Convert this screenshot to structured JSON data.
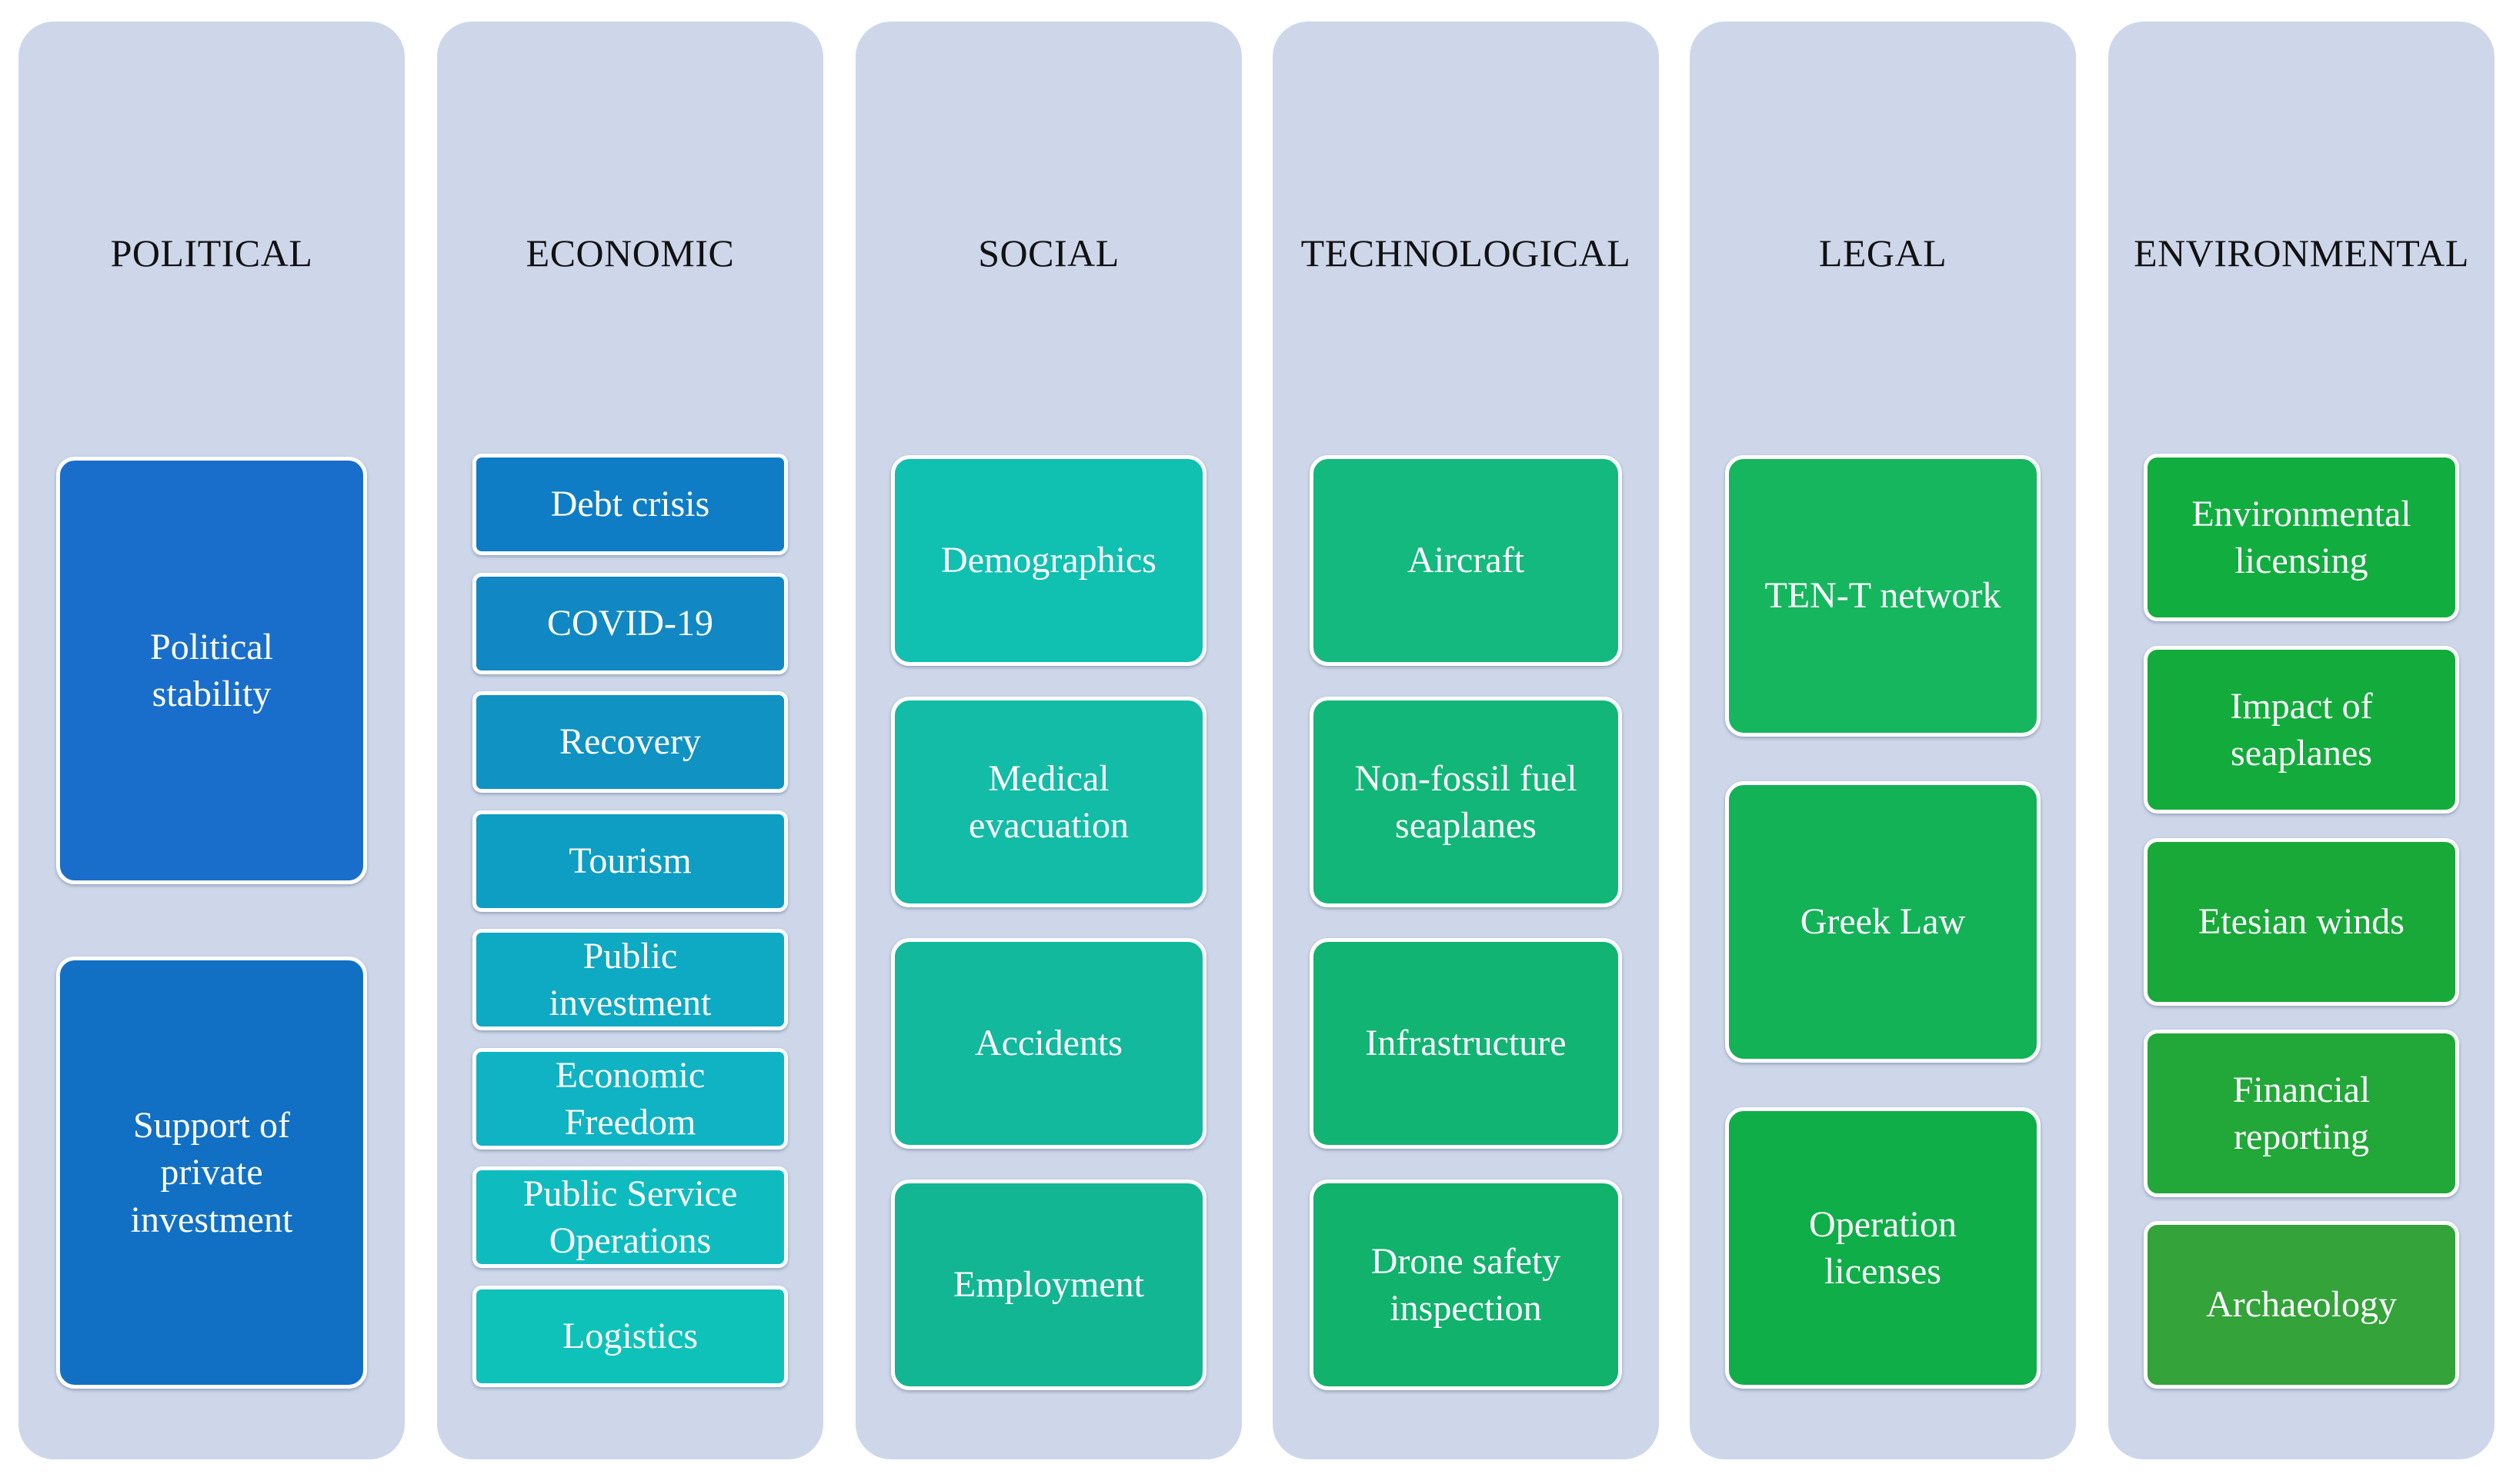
{
  "columns": [
    {
      "title": "POLITICAL",
      "items": [
        "Political\nstability",
        "Support of\nprivate\ninvestment"
      ],
      "colors": [
        "#196ecb",
        "#1170c3"
      ]
    },
    {
      "title": "ECONOMIC",
      "items": [
        "Debt crisis",
        "COVID-19",
        "Recovery",
        "Tourism",
        "Public\ninvestment",
        "Economic\nFreedom",
        "Public Service\nOperations",
        "Logistics"
      ],
      "colors": [
        "#0f7dc5",
        "#1188c4",
        "#1092c3",
        "#0f9ec3",
        "#0ea9c3",
        "#0fb3c3",
        "#0ebcc0",
        "#0ec2b9"
      ]
    },
    {
      "title": "SOCIAL",
      "items": [
        "Demographics",
        "Medical\nevacuation",
        "Accidents",
        "Employment"
      ],
      "colors": [
        "#10c0b1",
        "#12bca6",
        "#12b99c",
        "#13b692"
      ]
    },
    {
      "title": "TECHNOLOGICAL",
      "items": [
        "Aircraft",
        "Non-fossil fuel\nseaplanes",
        "Infrastructure",
        "Drone safety\ninspection"
      ],
      "colors": [
        "#13b97f",
        "#12b679",
        "#11b473",
        "#10b26c"
      ]
    },
    {
      "title": "LEGAL",
      "items": [
        "TEN-T network",
        "Greek Law",
        "Operation\nlicenses"
      ],
      "colors": [
        "#16b65f",
        "#13b257",
        "#0fae48"
      ]
    },
    {
      "title": "ENVIRONMENTAL",
      "items": [
        "Environmental\nlicensing",
        "Impact of\nseaplanes",
        "Etesian winds",
        "Financial\nreporting",
        "Archaeology"
      ],
      "colors": [
        "#12ad3f",
        "#13ab3b",
        "#18a939",
        "#22a739",
        "#33a33a"
      ]
    }
  ]
}
